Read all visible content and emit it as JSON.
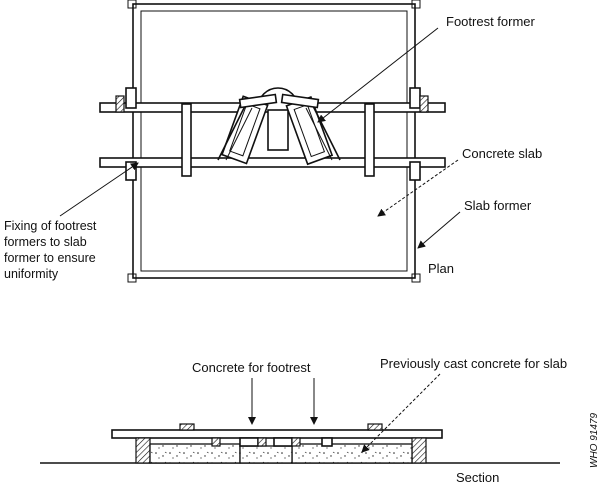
{
  "labels": {
    "footrest_former": "Footrest former",
    "concrete_slab": "Concrete slab",
    "slab_former": "Slab former",
    "plan": "Plan",
    "fixing_line1": "Fixing of footrest",
    "fixing_line2": "formers to slab",
    "fixing_line3": "former to ensure",
    "fixing_line4": "uniformity",
    "concrete_for_footrest": "Concrete for footrest",
    "previously_cast": "Previously cast concrete for slab",
    "section": "Section",
    "who_ref": "WHO 91479"
  }
}
